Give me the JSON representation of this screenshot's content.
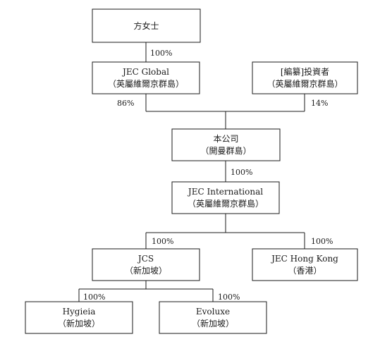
{
  "nodes": {
    "fang": {
      "name": "方女士"
    },
    "jecg": {
      "name": "JEC Global",
      "sub": "（英屬維爾京群島）"
    },
    "inv": {
      "name": "[編纂]投資者",
      "sub": "（英屬維爾京群島）"
    },
    "co": {
      "name": "本公司",
      "sub": "（開曼群島）"
    },
    "jeci": {
      "name": "JEC International",
      "sub": "（英屬維爾京群島）"
    },
    "jcs": {
      "name": "JCS",
      "sub": "（新加坡）"
    },
    "jechk": {
      "name": "JEC Hong Kong",
      "sub": "（香港）"
    },
    "hyg": {
      "name": "Hygieia",
      "sub": "（新加坡）"
    },
    "evo": {
      "name": "Evoluxe",
      "sub": "（新加坡）"
    }
  },
  "edges": {
    "fang_jecg": "100%",
    "jecg_co": "86%",
    "inv_co": "14%",
    "co_jeci": "100%",
    "jeci_jcs": "100%",
    "jeci_jechk": "100%",
    "jcs_hyg": "100%",
    "jcs_evo": "100%"
  }
}
